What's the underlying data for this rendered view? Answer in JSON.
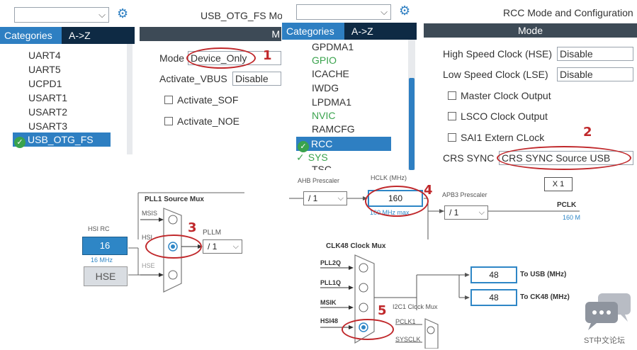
{
  "panel_usb_categories": {
    "tabs": [
      "Categories",
      "A->Z"
    ],
    "items": [
      "UART4",
      "UART5",
      "UCPD1",
      "USART1",
      "USART2",
      "USART3",
      "USB_OTG_FS"
    ],
    "selected_index": 6
  },
  "panel_usb_mode": {
    "title": "USB_OTG_FS Mo",
    "modebar_label": "M",
    "mode_label": "Mode",
    "mode_value": "Device_Only",
    "vbus_label": "Activate_VBUS",
    "vbus_value": "Disable",
    "sof_label": "Activate_SOF",
    "noe_label": "Activate_NOE"
  },
  "panel_rcc_categories": {
    "tabs": [
      "Categories",
      "A->Z"
    ],
    "items": [
      {
        "label": "GPDMA1",
        "state": "normal"
      },
      {
        "label": "GPIO",
        "state": "green"
      },
      {
        "label": "ICACHE",
        "state": "normal"
      },
      {
        "label": "IWDG",
        "state": "normal"
      },
      {
        "label": "LPDMA1",
        "state": "normal"
      },
      {
        "label": "NVIC",
        "state": "green"
      },
      {
        "label": "RAMCFG",
        "state": "normal"
      },
      {
        "label": "RCC",
        "state": "selected"
      },
      {
        "label": "SYS",
        "state": "green-check"
      },
      {
        "label": "TSC",
        "state": "normal"
      }
    ]
  },
  "panel_rcc_mode": {
    "title": "RCC Mode and Configuration",
    "modebar_label": "Mode",
    "hse_label": "High Speed Clock (HSE)",
    "hse_value": "Disable",
    "lse_label": "Low Speed Clock (LSE)",
    "lse_value": "Disable",
    "mco_label": "Master Clock Output",
    "lsco_label": "LSCO Clock Output",
    "sai_label": "SAI1 Extern CLock",
    "crs_label": "CRS SYNC",
    "crs_value": "CRS SYNC Source USB"
  },
  "clock_pll": {
    "mux_title": "PLL1 Source Mux",
    "hsi_rc_label": "HSI RC",
    "hsi_value": "16",
    "hsi_freq": "16 MHz",
    "hse_label": "HSE",
    "inputs": [
      "MSIS",
      "HSI",
      "HSE"
    ],
    "pllm_label": "PLLM",
    "pllm_value": "/ 1"
  },
  "clock_ahb": {
    "ahb_label": "AHB Prescaler",
    "ahb_value": "/ 1",
    "hclk_label": "HCLK (MHz)",
    "hclk_value": "160",
    "hclk_max": "160 MHz max",
    "apb3_label": "APB3 Prescaler",
    "apb3_value": "/ 1",
    "x1_label": "X 1",
    "pclk_label": "PCLK",
    "pclk_value": "160 M"
  },
  "clock_clk48": {
    "mux_title": "CLK48 Clock Mux",
    "inputs": [
      "PLL2Q",
      "PLL1Q",
      "MSIK",
      "HSI48"
    ],
    "usb_value": "48",
    "usb_label": "To USB (MHz)",
    "ck48_value": "48",
    "ck48_label": "To CK48 (MHz)",
    "i2c1_label": "I2C1 Clock Mux",
    "pclk1_label": "PCLK1",
    "sysclk_label": "SYSCLK"
  },
  "annotations": [
    "1",
    "2",
    "3",
    "4",
    "5"
  ],
  "watermark": {
    "text": "ST中文论坛"
  },
  "colors": {
    "accent_blue": "#2e7fc2",
    "annotation_red": "#c0282b",
    "selected_green": "#3aa34d"
  }
}
